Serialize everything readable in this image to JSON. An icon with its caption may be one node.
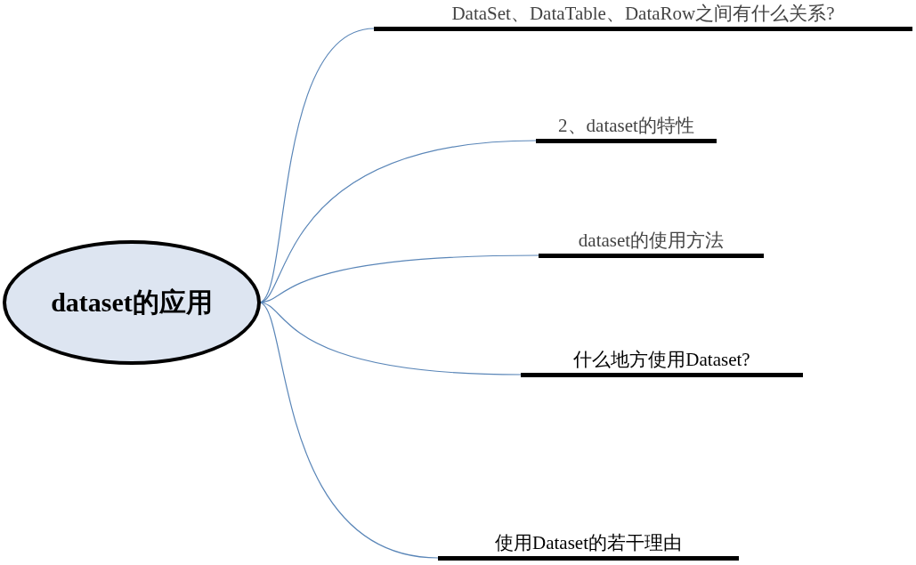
{
  "diagram": {
    "nodes": [
      {
        "text": [
          "dataset的应用"
        ]
      },
      {
        "text": [
          "DataSet、DataTable、DataRow之间有什么关系?"
        ]
      },
      {
        "text": [
          "2、dataset的特性"
        ]
      },
      {
        "text": [
          "dataset的使用方法"
        ]
      },
      {
        "text": [
          "什么地方使用Dataset?"
        ]
      },
      {
        "text": [
          "使用Dataset的若干理由"
        ]
      }
    ],
    "edges": [
      {
        "from": 0,
        "to": 1,
        "arrow": "none"
      },
      {
        "from": 0,
        "to": 2,
        "arrow": "none"
      },
      {
        "from": 0,
        "to": 3,
        "arrow": "none"
      },
      {
        "from": 0,
        "to": 4,
        "arrow": "none"
      },
      {
        "from": 0,
        "to": 5,
        "arrow": "none"
      }
    ]
  }
}
